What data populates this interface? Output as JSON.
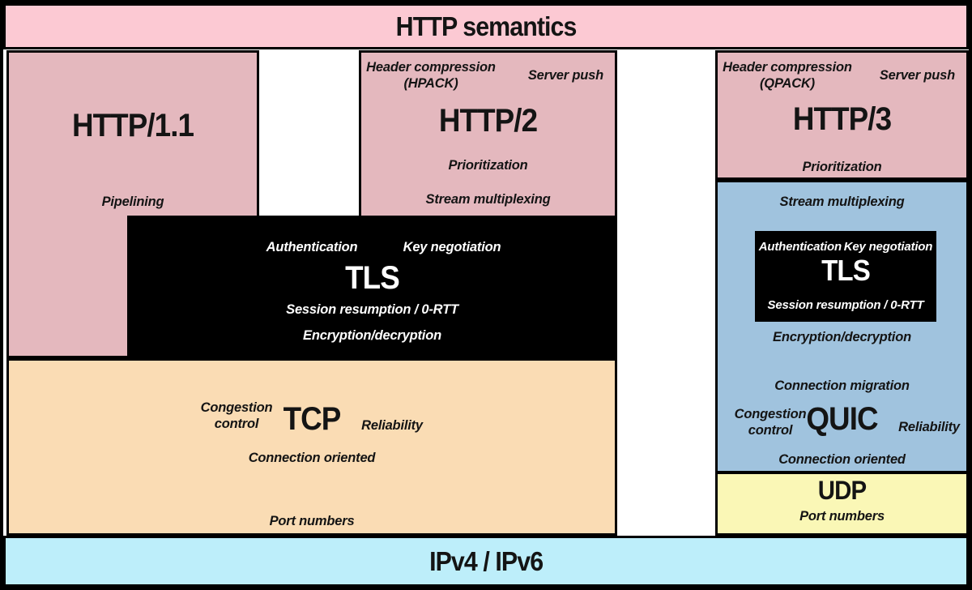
{
  "colors": {
    "banner": "#FCC9D3",
    "http_box": "#E4B8BE",
    "tls_bg": "#000000",
    "tls_fg": "#FFFFFF",
    "tcp": "#FADCB4",
    "quic": "#A0C3DE",
    "udp": "#FAF7B6",
    "ip": "#BDEEFA",
    "border": "#000000",
    "gap": "#FFFFFF"
  },
  "banner": {
    "title": "HTTP semantics"
  },
  "http11": {
    "title": "HTTP/1.1",
    "pipelining": "Pipelining"
  },
  "http2": {
    "title": "HTTP/2",
    "header_compression_line1": "Header compression",
    "header_compression_line2": "(HPACK)",
    "server_push": "Server push",
    "prioritization": "Prioritization",
    "stream_multiplexing": "Stream multiplexing"
  },
  "http3": {
    "title": "HTTP/3",
    "header_compression_line1": "Header compression",
    "header_compression_line2": "(QPACK)",
    "server_push": "Server push",
    "prioritization": "Prioritization"
  },
  "tls": {
    "title": "TLS",
    "authentication": "Authentication",
    "key_negotiation": "Key negotiation",
    "session_resumption": "Session resumption / 0-RTT",
    "encryption": "Encryption/decryption"
  },
  "quic": {
    "title": "QUIC",
    "stream_multiplexing": "Stream multiplexing",
    "tls": {
      "title": "TLS",
      "authentication": "Authentication",
      "key_negotiation": "Key negotiation",
      "session_resumption": "Session resumption / 0-RTT"
    },
    "encryption": "Encryption/decryption",
    "connection_migration": "Connection migration",
    "congestion_line1": "Congestion",
    "congestion_line2": "control",
    "reliability": "Reliability",
    "connection_oriented": "Connection oriented"
  },
  "tcp": {
    "title": "TCP",
    "congestion_line1": "Congestion",
    "congestion_line2": "control",
    "reliability": "Reliability",
    "connection_oriented": "Connection oriented",
    "port_numbers": "Port numbers"
  },
  "udp": {
    "title": "UDP",
    "port_numbers": "Port numbers"
  },
  "ip": {
    "title": "IPv4 / IPv6"
  }
}
